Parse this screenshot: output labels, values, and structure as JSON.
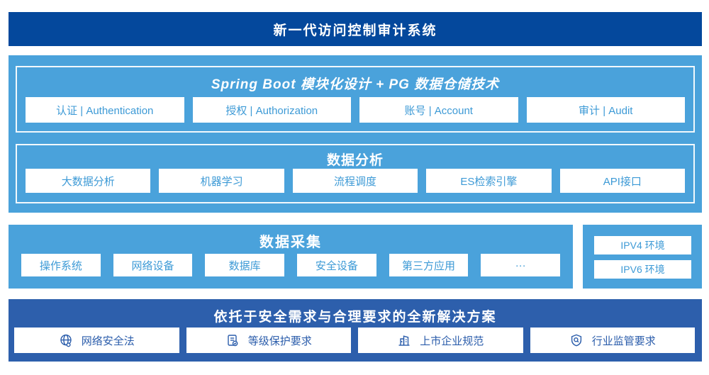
{
  "colors": {
    "banner_bg": "#04489C",
    "section_bg": "#4AA2DB",
    "solution_bg": "#2D5FAC",
    "box_text": "#3D9AD6",
    "solution_text": "#2B5DAB"
  },
  "banner": {
    "title": "新一代访问控制审计系统"
  },
  "platform": {
    "spring_boot": {
      "title": "Spring Boot 模块化设计 + PG 数据仓储技术",
      "modules": [
        "认证 | Authentication",
        "授权 | Authorization",
        "账号 | Account",
        "审计 | Audit"
      ]
    },
    "data_analysis": {
      "title": "数据分析",
      "modules": [
        "大数据分析",
        "机器学习",
        "流程调度",
        "ES检索引擎",
        "API接口"
      ]
    }
  },
  "data_collection": {
    "title": "数据采集",
    "sources": [
      "操作系统",
      "网络设备",
      "数据库",
      "安全设备",
      "第三方应用",
      "···"
    ]
  },
  "environments": {
    "items": [
      "IPV4 环境",
      "IPV6 环境"
    ]
  },
  "solution": {
    "title": "依托于安全需求与合理要求的全新解决方案",
    "items": [
      {
        "icon": "globe-icon",
        "label": "网络安全法"
      },
      {
        "icon": "document-check-icon",
        "label": "等级保护要求"
      },
      {
        "icon": "building-icon",
        "label": "上市企业规范"
      },
      {
        "icon": "shield-magnifier-icon",
        "label": "行业监管要求"
      }
    ]
  }
}
